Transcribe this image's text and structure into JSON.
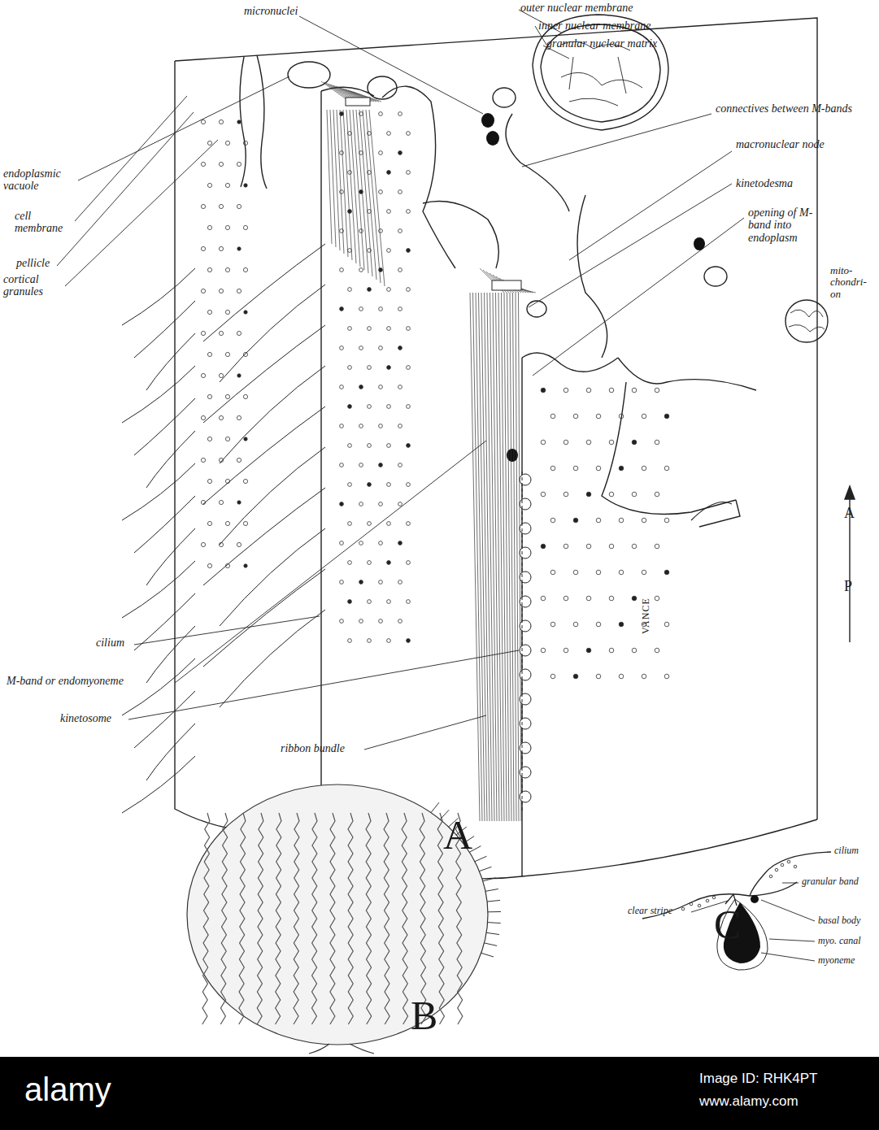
{
  "diagram": {
    "labels": [
      "outer nuclear membrane",
      "micronuclei",
      "inner nuclear membrane",
      "granular nuclear matrix",
      "connectives between M-bands",
      "macronuclear node",
      "kinetodesma",
      "opening of M-band into endoplasm",
      "mito-chondri-on",
      "endoplasmic vacuole",
      "cell membrane",
      "pellicle",
      "cortical granules",
      "cilium",
      "M-band or endomyoneme",
      "kinetosome",
      "ribbon bundle",
      "VANCE",
      "A",
      "P",
      "A",
      "B",
      "C",
      "cilium",
      "granular band",
      "clear stripe",
      "basal body",
      "myo. canal",
      "myoneme",
      "alamy",
      "Image ID: RHK4PT",
      "www.alamy.com"
    ]
  }
}
